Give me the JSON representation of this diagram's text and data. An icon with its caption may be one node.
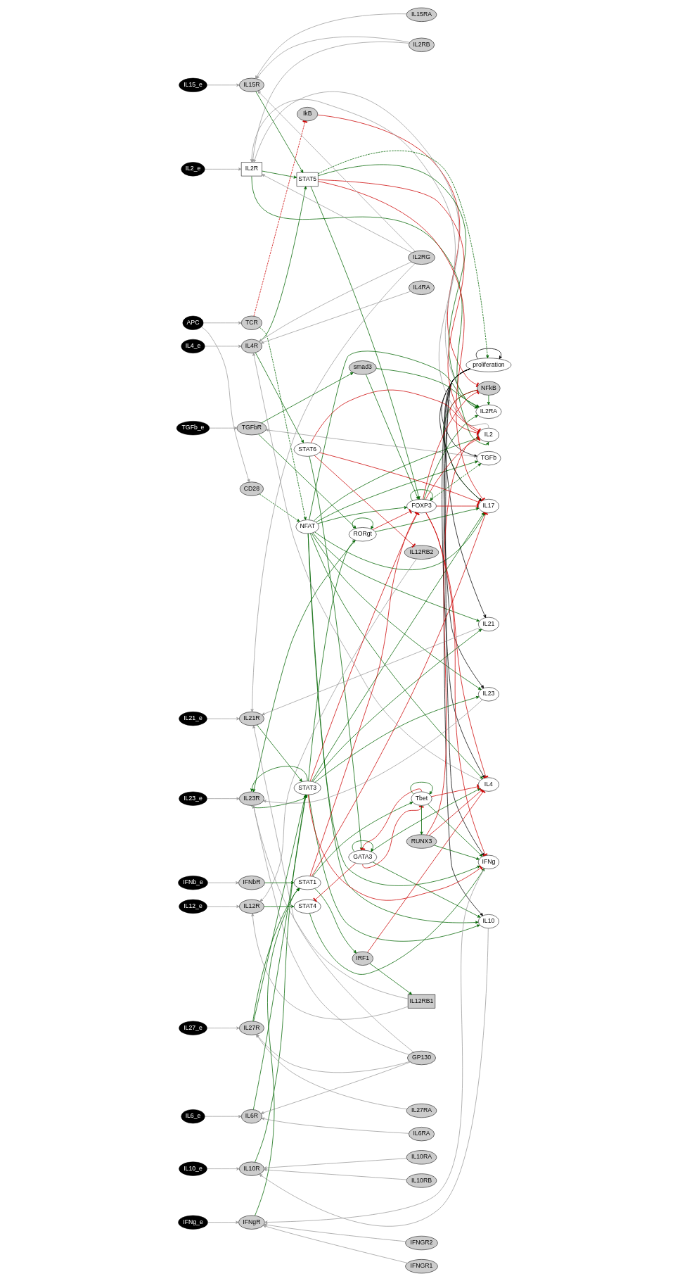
{
  "diagram": {
    "nodes": [
      {
        "text": [
          "APC"
        ]
      },
      {
        "text": [
          "TCR"
        ]
      },
      {
        "text": [
          "CD28"
        ]
      },
      {
        "text": [
          "IkB"
        ]
      },
      {
        "text": [
          "NFkB"
        ]
      },
      {
        "text": [
          "NFAT"
        ]
      },
      {
        "text": [
          "proliferation"
        ]
      },
      {
        "text": [
          "IL2RA"
        ]
      },
      {
        "text": [
          "IL17"
        ]
      },
      {
        "text": [
          "IL2_e"
        ]
      },
      {
        "text": [
          "IL2R"
        ]
      },
      {
        "text": [
          "IL2"
        ]
      },
      {
        "text": [
          "IL2RB"
        ]
      },
      {
        "text": [
          "IL15_e"
        ]
      },
      {
        "text": [
          "IL15R"
        ]
      },
      {
        "text": [
          "STAT5"
        ]
      },
      {
        "text": [
          "IL15RA"
        ]
      },
      {
        "text": [
          "IL4_e"
        ]
      },
      {
        "text": [
          "IL4R"
        ]
      },
      {
        "text": [
          "IL4"
        ]
      },
      {
        "text": [
          "STAT6"
        ]
      },
      {
        "text": [
          "IL2RG"
        ]
      },
      {
        "text": [
          "IL4RA"
        ]
      },
      {
        "text": [
          "IL12_e"
        ]
      },
      {
        "text": [
          "IL12R"
        ]
      },
      {
        "text": [
          "STAT4"
        ]
      },
      {
        "text": [
          "IL12RB2"
        ]
      },
      {
        "text": [
          "IL12RB1"
        ]
      },
      {
        "text": [
          "TGFb_e"
        ]
      },
      {
        "text": [
          "TGFbR"
        ]
      },
      {
        "text": [
          "smad3"
        ]
      },
      {
        "text": [
          "TGFb"
        ]
      },
      {
        "text": [
          "IL10RB"
        ]
      },
      {
        "text": [
          "FOXP3"
        ]
      },
      {
        "text": [
          "IL10_e"
        ]
      },
      {
        "text": [
          "IL10R"
        ]
      },
      {
        "text": [
          "IL10"
        ]
      },
      {
        "text": [
          "IL10RA"
        ]
      },
      {
        "text": [
          "IL23_e"
        ]
      },
      {
        "text": [
          "IL23R"
        ]
      },
      {
        "text": [
          "IL23"
        ]
      },
      {
        "text": [
          "STAT3"
        ]
      },
      {
        "text": [
          "RORgt"
        ]
      },
      {
        "text": [
          "IL21_e"
        ]
      },
      {
        "text": [
          "IL21R"
        ]
      },
      {
        "text": [
          "IL21"
        ]
      },
      {
        "text": [
          "GATA3"
        ]
      },
      {
        "text": [
          "GP130"
        ]
      },
      {
        "text": [
          "IL6_e"
        ]
      },
      {
        "text": [
          "IL6R"
        ]
      },
      {
        "text": [
          "IL6RA"
        ]
      },
      {
        "text": [
          "IL27_e"
        ]
      },
      {
        "text": [
          "IL27R"
        ]
      },
      {
        "text": [
          "IL27RA"
        ]
      },
      {
        "text": [
          "IFNg"
        ]
      },
      {
        "text": [
          "IRF1"
        ]
      },
      {
        "text": [
          "IFNg_e"
        ]
      },
      {
        "text": [
          "IFNgR"
        ]
      },
      {
        "text": [
          "STAT1"
        ]
      },
      {
        "text": [
          "IFNGR2"
        ]
      },
      {
        "text": [
          "IFNGR1"
        ]
      },
      {
        "text": [
          "Tbet"
        ]
      },
      {
        "text": [
          "IFNb_e"
        ]
      },
      {
        "text": [
          "IFNbR"
        ]
      },
      {
        "text": [
          "RUNX3"
        ]
      }
    ],
    "edges": [
      {
        "from": 0,
        "to": 1,
        "arrow": "to",
        "color": "#999999"
      },
      {
        "from": 0,
        "to": 2,
        "arrow": "to",
        "color": "#999999"
      },
      {
        "from": 7,
        "to": 10,
        "arrow": "to",
        "color": "#999999"
      },
      {
        "from": 9,
        "to": 10,
        "arrow": "to",
        "color": "#999999"
      },
      {
        "from": 21,
        "to": 10,
        "arrow": "to",
        "color": "#999999"
      },
      {
        "from": 12,
        "to": 10,
        "arrow": "to",
        "color": "#999999"
      },
      {
        "from": 12,
        "to": 14,
        "arrow": "to",
        "color": "#999999"
      },
      {
        "from": 13,
        "to": 14,
        "arrow": "to",
        "color": "#999999"
      },
      {
        "from": 21,
        "to": 14,
        "arrow": "to",
        "color": "#999999"
      },
      {
        "from": 16,
        "to": 14,
        "arrow": "to",
        "color": "#999999"
      },
      {
        "from": 17,
        "to": 18,
        "arrow": "to",
        "color": "#999999"
      },
      {
        "from": 21,
        "to": 18,
        "arrow": "to",
        "color": "#999999"
      },
      {
        "from": 22,
        "to": 18,
        "arrow": "to",
        "color": "#999999"
      },
      {
        "from": 23,
        "to": 24,
        "arrow": "to",
        "color": "#999999"
      },
      {
        "from": 26,
        "to": 24,
        "arrow": "to",
        "color": "#999999"
      },
      {
        "from": 27,
        "to": 24,
        "arrow": "to",
        "color": "#999999"
      },
      {
        "from": 28,
        "to": 29,
        "arrow": "to",
        "color": "#999999"
      },
      {
        "from": 32,
        "to": 35,
        "arrow": "to",
        "color": "#999999"
      },
      {
        "from": 34,
        "to": 35,
        "arrow": "to",
        "color": "#999999"
      },
      {
        "from": 37,
        "to": 35,
        "arrow": "to",
        "color": "#999999"
      },
      {
        "from": 27,
        "to": 39,
        "arrow": "to",
        "color": "#999999"
      },
      {
        "from": 38,
        "to": 39,
        "arrow": "to",
        "color": "#999999"
      },
      {
        "from": 47,
        "to": 39,
        "arrow": "to",
        "color": "#999999"
      },
      {
        "from": 21,
        "to": 44,
        "arrow": "to",
        "color": "#999999"
      },
      {
        "from": 43,
        "to": 44,
        "arrow": "to",
        "color": "#999999"
      },
      {
        "from": 47,
        "to": 44,
        "arrow": "to",
        "color": "#999999"
      },
      {
        "from": 47,
        "to": 49,
        "arrow": "to",
        "color": "#999999"
      },
      {
        "from": 48,
        "to": 49,
        "arrow": "to",
        "color": "#999999"
      },
      {
        "from": 50,
        "to": 49,
        "arrow": "to",
        "color": "#999999"
      },
      {
        "from": 47,
        "to": 52,
        "arrow": "to",
        "color": "#999999"
      },
      {
        "from": 51,
        "to": 52,
        "arrow": "to",
        "color": "#999999"
      },
      {
        "from": 53,
        "to": 52,
        "arrow": "to",
        "color": "#999999"
      },
      {
        "from": 56,
        "to": 57,
        "arrow": "to",
        "color": "#999999"
      },
      {
        "from": 59,
        "to": 57,
        "arrow": "to",
        "color": "#999999"
      },
      {
        "from": 60,
        "to": 57,
        "arrow": "to",
        "color": "#999999"
      },
      {
        "from": 62,
        "to": 63,
        "arrow": "to",
        "color": "#999999"
      },
      {
        "from": 11,
        "to": 10,
        "arrow": "to",
        "color": "#999999"
      },
      {
        "from": 19,
        "to": 18,
        "arrow": "to",
        "color": "#999999"
      },
      {
        "from": 31,
        "to": 29,
        "arrow": "to",
        "color": "#999999"
      },
      {
        "from": 36,
        "to": 35,
        "arrow": "to",
        "color": "#999999"
      },
      {
        "from": 40,
        "to": 39,
        "arrow": "to",
        "color": "#999999"
      },
      {
        "from": 45,
        "to": 44,
        "arrow": "to",
        "color": "#999999"
      },
      {
        "from": 54,
        "to": 57,
        "arrow": "to",
        "color": "#999999"
      },
      {
        "from": 1,
        "to": 3,
        "arrow": "other",
        "style": "dashed",
        "color": "#cc0000"
      },
      {
        "from": 3,
        "to": 4,
        "arrow": "other",
        "color": "#cc0000"
      },
      {
        "from": 4,
        "to": 11,
        "arrow": "other",
        "color": "#cc0000"
      },
      {
        "from": 33,
        "to": 4,
        "arrow": "other",
        "color": "#cc0000"
      },
      {
        "from": 15,
        "to": 8,
        "arrow": "other",
        "color": "#cc0000"
      },
      {
        "from": 15,
        "to": 11,
        "arrow": "other",
        "color": "#cc0000"
      },
      {
        "from": 20,
        "to": 8,
        "arrow": "other",
        "color": "#cc0000"
      },
      {
        "from": 20,
        "to": 11,
        "arrow": "other",
        "color": "#cc0000"
      },
      {
        "from": 20,
        "to": 26,
        "arrow": "other",
        "color": "#cc0000"
      },
      {
        "from": 46,
        "to": 25,
        "arrow": "other",
        "color": "#cc0000"
      },
      {
        "from": 55,
        "to": 19,
        "arrow": "other",
        "color": "#cc0000"
      },
      {
        "from": 33,
        "to": 54,
        "arrow": "other",
        "color": "#cc0000"
      },
      {
        "from": 33,
        "to": 19,
        "arrow": "other",
        "color": "#cc0000"
      },
      {
        "from": 33,
        "to": 11,
        "arrow": "other",
        "color": "#cc0000"
      },
      {
        "from": 33,
        "to": 8,
        "arrow": "other",
        "color": "#cc0000"
      },
      {
        "from": 61,
        "to": 19,
        "arrow": "other",
        "color": "#cc0000"
      },
      {
        "from": 64,
        "to": 19,
        "arrow": "other",
        "color": "#cc0000"
      },
      {
        "from": 64,
        "to": 11,
        "arrow": "other",
        "color": "#cc0000"
      },
      {
        "from": 41,
        "to": 33,
        "arrow": "other",
        "color": "#cc0000"
      },
      {
        "from": 42,
        "to": 33,
        "arrow": "other",
        "color": "#cc0000"
      },
      {
        "from": 41,
        "to": 54,
        "arrow": "other",
        "color": "#cc0000"
      },
      {
        "from": 58,
        "to": 8,
        "arrow": "other",
        "color": "#cc0000"
      },
      {
        "from": 58,
        "to": 33,
        "arrow": "other",
        "color": "#cc0000"
      },
      {
        "from": 46,
        "to": 61,
        "arrow": "other",
        "color": "#cc0000"
      },
      {
        "from": 61,
        "to": 46,
        "arrow": "other",
        "color": "#cc0000"
      },
      {
        "from": 1,
        "to": 5,
        "arrow": "to",
        "style": "dashed"
      },
      {
        "from": 2,
        "to": 5,
        "arrow": "to",
        "style": "dashed"
      },
      {
        "from": 5,
        "to": 33,
        "arrow": "to"
      },
      {
        "from": 5,
        "to": 7,
        "arrow": "to"
      },
      {
        "from": 4,
        "to": 7,
        "arrow": "to"
      },
      {
        "from": 4,
        "to": 8,
        "arrow": "to"
      },
      {
        "from": 5,
        "to": 8,
        "arrow": "to"
      },
      {
        "from": 5,
        "to": 11,
        "arrow": "to"
      },
      {
        "from": 5,
        "to": 19,
        "arrow": "to"
      },
      {
        "from": 5,
        "to": 31,
        "arrow": "to"
      },
      {
        "from": 5,
        "to": 36,
        "arrow": "to"
      },
      {
        "from": 5,
        "to": 40,
        "arrow": "to"
      },
      {
        "from": 5,
        "to": 45,
        "arrow": "to"
      },
      {
        "from": 5,
        "to": 54,
        "arrow": "to"
      },
      {
        "from": 10,
        "to": 11,
        "arrow": "to"
      },
      {
        "from": 33,
        "to": 7,
        "arrow": "to"
      },
      {
        "from": 30,
        "to": 7,
        "arrow": "to"
      },
      {
        "from": 15,
        "to": 7,
        "arrow": "to"
      },
      {
        "from": 15,
        "to": 6,
        "arrow": "to",
        "style": "dashed"
      },
      {
        "from": 15,
        "to": 33,
        "arrow": "to"
      },
      {
        "from": 20,
        "to": 46,
        "arrow": "to"
      },
      {
        "from": 46,
        "to": 19,
        "arrow": "to"
      },
      {
        "from": 46,
        "to": 36,
        "arrow": "to"
      },
      {
        "from": 46,
        "to": 46,
        "arrow": "to"
      },
      {
        "from": 25,
        "to": 54,
        "arrow": "to"
      },
      {
        "from": 24,
        "to": 25,
        "arrow": "to"
      },
      {
        "from": 55,
        "to": 27,
        "arrow": "to"
      },
      {
        "from": 29,
        "to": 30,
        "arrow": "to"
      },
      {
        "from": 29,
        "to": 42,
        "arrow": "to"
      },
      {
        "from": 30,
        "to": 33,
        "arrow": "to"
      },
      {
        "from": 33,
        "to": 31,
        "arrow": "to",
        "style": "dashed"
      },
      {
        "from": 33,
        "to": 33,
        "arrow": "to"
      },
      {
        "from": 42,
        "to": 8,
        "arrow": "to"
      },
      {
        "from": 42,
        "to": 39,
        "arrow": "to"
      },
      {
        "from": 42,
        "to": 42,
        "arrow": "to"
      },
      {
        "from": 41,
        "to": 42,
        "arrow": "to"
      },
      {
        "from": 41,
        "to": 8,
        "arrow": "to"
      },
      {
        "from": 41,
        "to": 40,
        "arrow": "to"
      },
      {
        "from": 41,
        "to": 45,
        "arrow": "to"
      },
      {
        "from": 41,
        "to": 36,
        "arrow": "to"
      },
      {
        "from": 41,
        "to": 39,
        "arrow": "to"
      },
      {
        "from": 35,
        "to": 41,
        "arrow": "to"
      },
      {
        "from": 39,
        "to": 41,
        "arrow": "to"
      },
      {
        "from": 44,
        "to": 41,
        "arrow": "to"
      },
      {
        "from": 49,
        "to": 41,
        "arrow": "to"
      },
      {
        "from": 52,
        "to": 41,
        "arrow": "to"
      },
      {
        "from": 52,
        "to": 58,
        "arrow": "to"
      },
      {
        "from": 57,
        "to": 58,
        "arrow": "to"
      },
      {
        "from": 63,
        "to": 58,
        "arrow": "to"
      },
      {
        "from": 58,
        "to": 55,
        "arrow": "to"
      },
      {
        "from": 58,
        "to": 61,
        "arrow": "to"
      },
      {
        "from": 61,
        "to": 54,
        "arrow": "to"
      },
      {
        "from": 64,
        "to": 54,
        "arrow": "to"
      },
      {
        "from": 61,
        "to": 64,
        "arrow": "to"
      },
      {
        "from": 61,
        "to": 61,
        "arrow": "to"
      },
      {
        "from": 10,
        "to": 15,
        "arrow": "to"
      },
      {
        "from": 14,
        "to": 15,
        "arrow": "to"
      },
      {
        "from": 18,
        "to": 15,
        "arrow": "to"
      },
      {
        "from": 18,
        "to": 20,
        "arrow": "to"
      },
      {
        "from": 6,
        "to": 6,
        "arrow": "to",
        "color": "#000000"
      },
      {
        "from": 6,
        "to": 8,
        "arrow": "to",
        "color": "#000000"
      },
      {
        "from": 6,
        "to": 19,
        "arrow": "to",
        "color": "#000000"
      },
      {
        "from": 6,
        "to": 31,
        "arrow": "to",
        "color": "#000000"
      },
      {
        "from": 6,
        "to": 36,
        "arrow": "to",
        "color": "#000000"
      },
      {
        "from": 6,
        "to": 40,
        "arrow": "to",
        "color": "#000000"
      },
      {
        "from": 6,
        "to": 45,
        "arrow": "to",
        "color": "#000000"
      },
      {
        "from": 6,
        "to": 54,
        "arrow": "to",
        "color": "#000000"
      }
    ]
  }
}
